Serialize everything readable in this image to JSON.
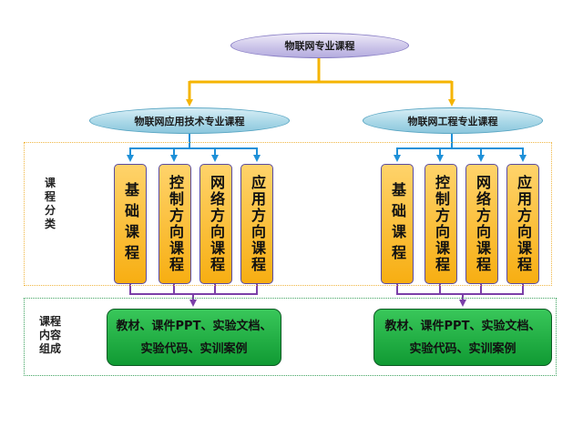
{
  "root": {
    "title": "物联网专业课程"
  },
  "left_branch": {
    "title": "物联网应用技术专业课程",
    "columns": [
      "基础课程",
      "控制方向课程",
      "网络方向课程",
      "应用方向课程"
    ],
    "content": "教材、课件PPT、实验文档、实验代码、实训案例"
  },
  "right_branch": {
    "title": "物联网工程专业课程",
    "columns": [
      "基础课程",
      "控制方向课程",
      "网络方向课程",
      "应用方向课程"
    ],
    "content": "教材、课件PPT、实验文档、实验代码、实训案例"
  },
  "sections": {
    "classification": "课程分类",
    "content": "课程内容组成"
  },
  "colors": {
    "root_fill": "#c9c2e8",
    "category_fill": "#a6d6e6",
    "column_fill": "#f7ae12",
    "content_fill": "#1fb043",
    "arrow_orange": "#f5b400",
    "arrow_blue": "#1e90d8",
    "arrow_purple": "#7b3fa8"
  }
}
